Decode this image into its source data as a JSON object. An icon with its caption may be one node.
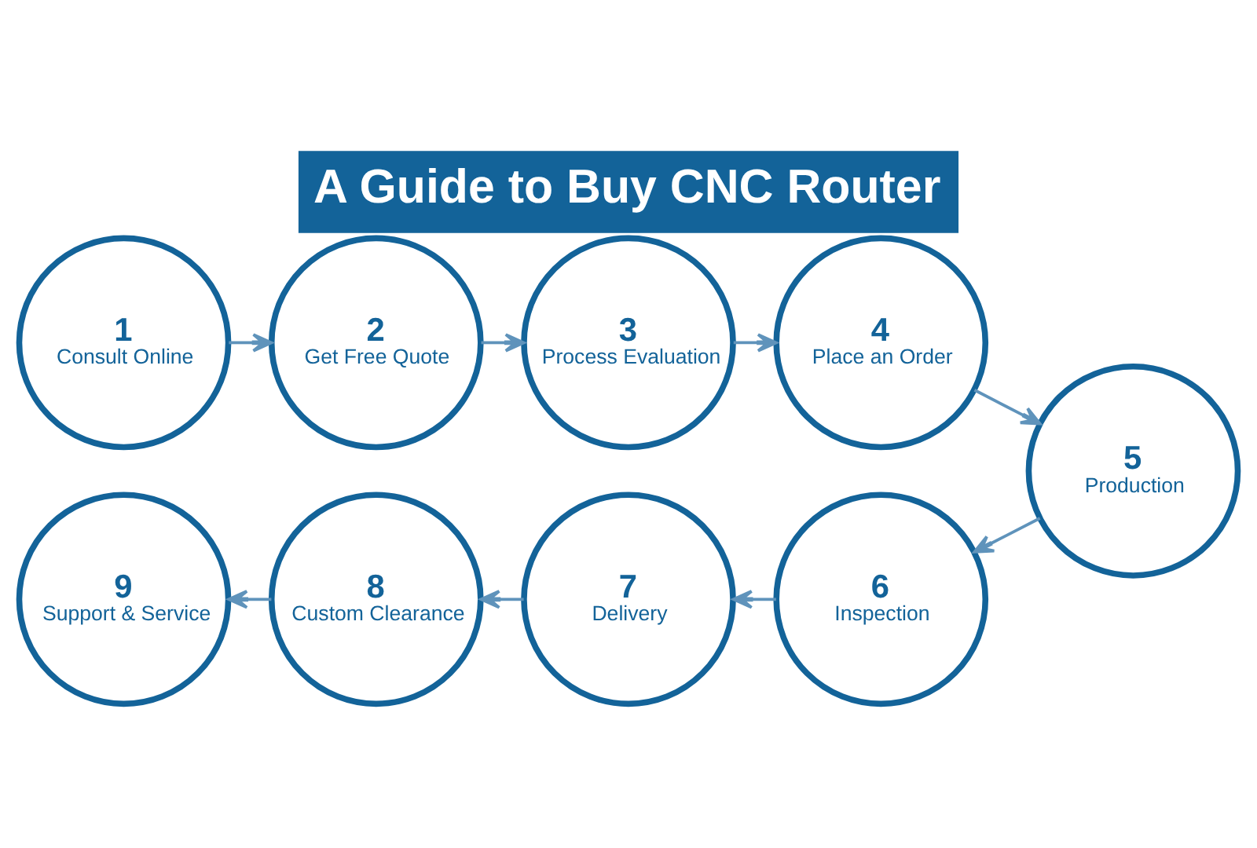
{
  "diagram": {
    "title": "A Guide to Buy CNC Router",
    "nodes": [
      {
        "text": [
          "1",
          "Consult Online"
        ]
      },
      {
        "text": [
          "2",
          "Get Free Quote"
        ]
      },
      {
        "text": [
          "3",
          "Process Evaluation"
        ]
      },
      {
        "text": [
          "4",
          "Place an Order"
        ]
      },
      {
        "text": [
          "5",
          "Production"
        ]
      },
      {
        "text": [
          "6",
          "Inspection"
        ]
      },
      {
        "text": [
          "7",
          "Delivery"
        ]
      },
      {
        "text": [
          "8",
          "Custom Clearance"
        ]
      },
      {
        "text": [
          "9",
          "Support & Service"
        ]
      }
    ],
    "edges": [
      {
        "from": 0,
        "to": 1,
        "arrow": "to"
      },
      {
        "from": 1,
        "to": 2,
        "arrow": "to"
      },
      {
        "from": 2,
        "to": 3,
        "arrow": "to"
      },
      {
        "from": 3,
        "to": 4,
        "arrow": "to"
      },
      {
        "from": 4,
        "to": 5,
        "arrow": "to"
      },
      {
        "from": 5,
        "to": 6,
        "arrow": "to"
      },
      {
        "from": 6,
        "to": 7,
        "arrow": "to"
      },
      {
        "from": 7,
        "to": 8,
        "arrow": "to"
      }
    ]
  }
}
